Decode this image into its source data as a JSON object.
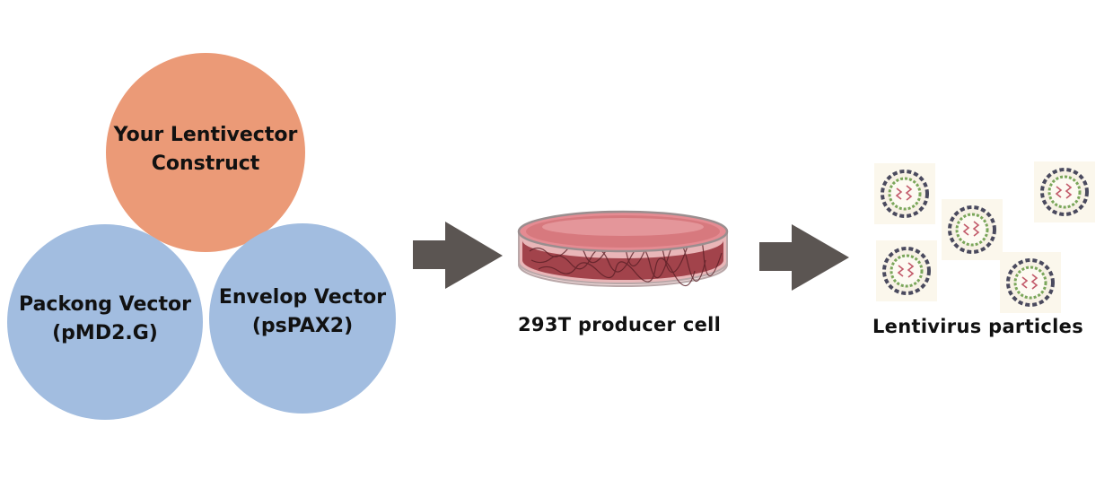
{
  "colors": {
    "lentivector": "#eb9a77",
    "packaging": "#a2bde0",
    "envelope": "#a2bde0",
    "arrow": "#5b5552",
    "dish_media": "#d7797e",
    "dish_cells": "#8a3a40",
    "virion_envelope": "#4a4a5e",
    "virion_core": "#7aa65a",
    "virion_rna": "#c25a6a"
  },
  "circles": {
    "lentivector": {
      "line1": "Your Lentivector",
      "line2": "Construct"
    },
    "packaging": {
      "line1": "Packong Vector",
      "line2": "(pMD2.G)"
    },
    "envelope": {
      "line1": "Envelop Vector",
      "line2": "(psPAX2)"
    }
  },
  "steps": {
    "producer_cell": "293T producer cell",
    "particles": "Lentivirus particles"
  },
  "icons": {
    "arrow_1": "right-arrow-icon",
    "arrow_2": "right-arrow-icon",
    "dish": "petri-dish-icon",
    "virion": "virus-particle-icon"
  }
}
